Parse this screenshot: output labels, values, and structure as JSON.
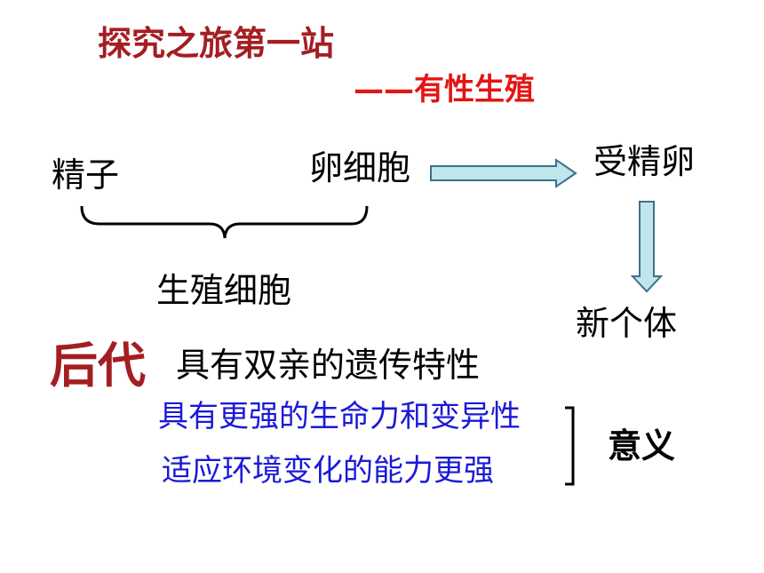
{
  "colors": {
    "title": "#a31e22",
    "subtitle": "#e41414",
    "offspring": "#a31e22",
    "significance_text": "#1a1ad6",
    "arrow_fill": "#bfe6ea",
    "arrow_stroke": "#3f6f8a"
  },
  "title": "探究之旅第一站",
  "subtitle": "——有性生殖",
  "flow": {
    "sperm": "精子",
    "egg": "卵细胞",
    "zygote": "受精卵",
    "gametes": "生殖细胞",
    "new_individual": "新个体"
  },
  "offspring": {
    "label": "后代",
    "trait": "具有双亲的遗传特性"
  },
  "significance": {
    "items": [
      "具有更强的生命力和变异性",
      "适应环境变化的能力更强"
    ],
    "label": "意义"
  }
}
